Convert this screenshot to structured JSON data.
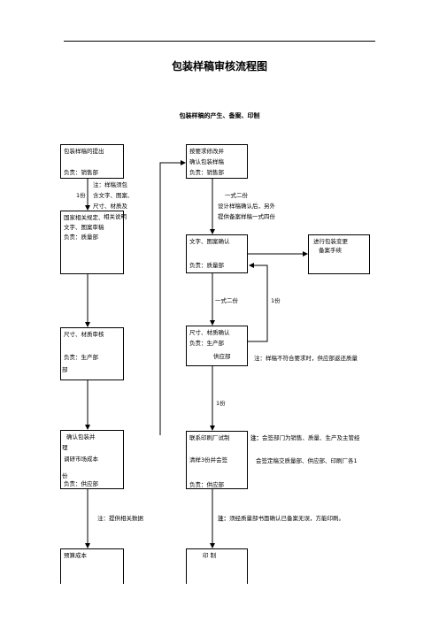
{
  "title": "包装样稿审核流程图",
  "subtitle": "包装样稿的产生、备案、印制",
  "boxes": {
    "a1": {
      "line1": "包装样稿的提出",
      "line2": "负责：销售部"
    },
    "a2": {
      "line1": "国家相关规定、",
      "line2": "文字、图案审稿",
      "line3": "负责：质量部"
    },
    "a3": {
      "line1": "尺寸、材质审核",
      "line2": "负责：生产部"
    },
    "a4": {
      "line1": "确认包装并",
      "line2": "调研市场成本",
      "line3": "负责：供应部"
    },
    "a5": {
      "line1": "预算成本"
    },
    "b1": {
      "line1": "按要求修改并",
      "line2": "确认包装样稿",
      "line3": "负责：销售部"
    },
    "b2": {
      "line1": "文字、图案确认",
      "line2": "负责：质量部"
    },
    "b3": {
      "line1": "尺寸、材质确认",
      "line2": "负责：生产部",
      "line3": "供应部"
    },
    "b4": {
      "line1": "联系印刷厂试制",
      "line2": "清样3份并会签",
      "line3": "负责：供应部"
    },
    "b5": {
      "line1": "印    制"
    },
    "c1": {
      "line1": "进行包装变更",
      "line2": "备案手续"
    }
  },
  "overflow": {
    "a3": "部",
    "a4_top": "理",
    "a4_bottom": "份"
  },
  "notes": {
    "n1_l1": "注：样稿须包",
    "n1_l2": "含文字、图案、",
    "n1_l3": "尺寸、材质及",
    "n1_l4": "相关说明",
    "n1_count": "1份",
    "n2_l1": "一式二份",
    "n2_l2": "设计样稿确认后，另外",
    "n2_l3": "提供备案样稿一式四份",
    "n3_l1": "一式二份",
    "n3_count": "1份",
    "n4": "注：样稿不符合要求时，供应部返还质量",
    "n5": "1份",
    "n6_prefix": "注：",
    "n6_l1": "会签部门为销售、质量、生产及主管经",
    "n6_l2": "会签定稿交质量部、供应部、印刷厂各1",
    "n7": "注：提供相关数据",
    "n8_prefix": "注：",
    "n8": "须经质量部书面确认已备案无误，方能印刷。"
  }
}
